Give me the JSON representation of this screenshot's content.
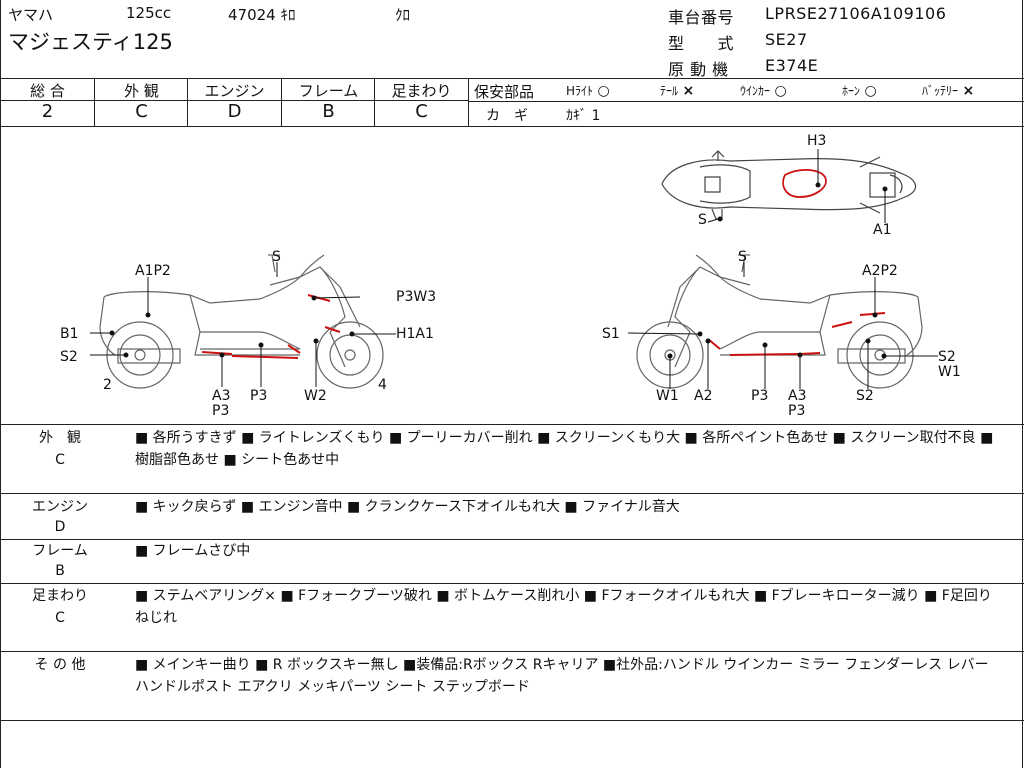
{
  "header": {
    "maker": "ヤマハ",
    "displacement": "125cc",
    "mileage": "47024 ｷﾛ",
    "color": "ｸﾛ",
    "model_name": "マジェスティ125",
    "frame_number_label": "車台番号",
    "frame_number": "LPRSE27106A109106",
    "model_code_label": "型　　式",
    "model_code": "SE27",
    "engine_label": "原 動 機",
    "engine_code": "E374E"
  },
  "grades": {
    "headers": [
      "総 合",
      "外 観",
      "エンジン",
      "フレーム",
      "足まわり"
    ],
    "values": [
      "2",
      "C",
      "D",
      "B",
      "C"
    ]
  },
  "safety": {
    "title": "保安部品",
    "items": [
      {
        "label": "Hﾗｲﾄ",
        "mark": "○"
      },
      {
        "label": "ﾃｰﾙ",
        "mark": "×"
      },
      {
        "label": "ｳｲﾝｶｰ",
        "mark": "○"
      },
      {
        "label": "ﾎｰﾝ",
        "mark": "○"
      },
      {
        "label": "ﾊﾞｯﾃﾘｰ",
        "mark": "×"
      }
    ],
    "key_label": "カ　ギ",
    "key_value": "ｶｷﾞ 1"
  },
  "diagram": {
    "top_view": [
      "H3",
      "S",
      "A1"
    ],
    "left_view": [
      "S",
      "A1P2",
      "P3W3",
      "B1",
      "H1A1",
      "S2",
      "2",
      "4",
      "A3",
      "P3",
      "P3",
      "W2"
    ],
    "right_view": [
      "S",
      "A2P2",
      "S1",
      "S2",
      "W1",
      "W1",
      "A2",
      "P3",
      "A3",
      "P3",
      "S2"
    ]
  },
  "details": [
    {
      "category": "外　観",
      "grade": "C",
      "text": "■ 各所うすきず ■ ライトレンズくもり ■ プーリーカバー削れ ■ スクリーンくもり大 ■ 各所ペイント色あせ ■ スクリーン取付不良 ■ 樹脂部色あせ ■ シート色あせ中"
    },
    {
      "category": "エンジン",
      "grade": "D",
      "text": "■ キック戻らず ■ エンジン音中 ■ クランクケース下オイルもれ大 ■ ファイナル音大"
    },
    {
      "category": "フレーム",
      "grade": "B",
      "text": "■ フレームさび中"
    },
    {
      "category": "足まわり",
      "grade": "C",
      "text": "■ ステムベアリング× ■ Fフォークブーツ破れ ■ ボトムケース削れ小 ■ Fフォークオイルもれ大 ■ Fブレーキローター減り ■ F足回りねじれ"
    },
    {
      "category": "そ の 他",
      "grade": "",
      "text": "■ メインキー曲り ■ R ボックスキー無し ■装備品:Rボックス Rキャリア ■社外品:ハンドル ウインカー ミラー フェンダーレス レバー ハンドルポスト エアクリ メッキパーツ シート ステップボード"
    }
  ],
  "colors": {
    "damage": "#cc1111",
    "line": "#222222"
  }
}
